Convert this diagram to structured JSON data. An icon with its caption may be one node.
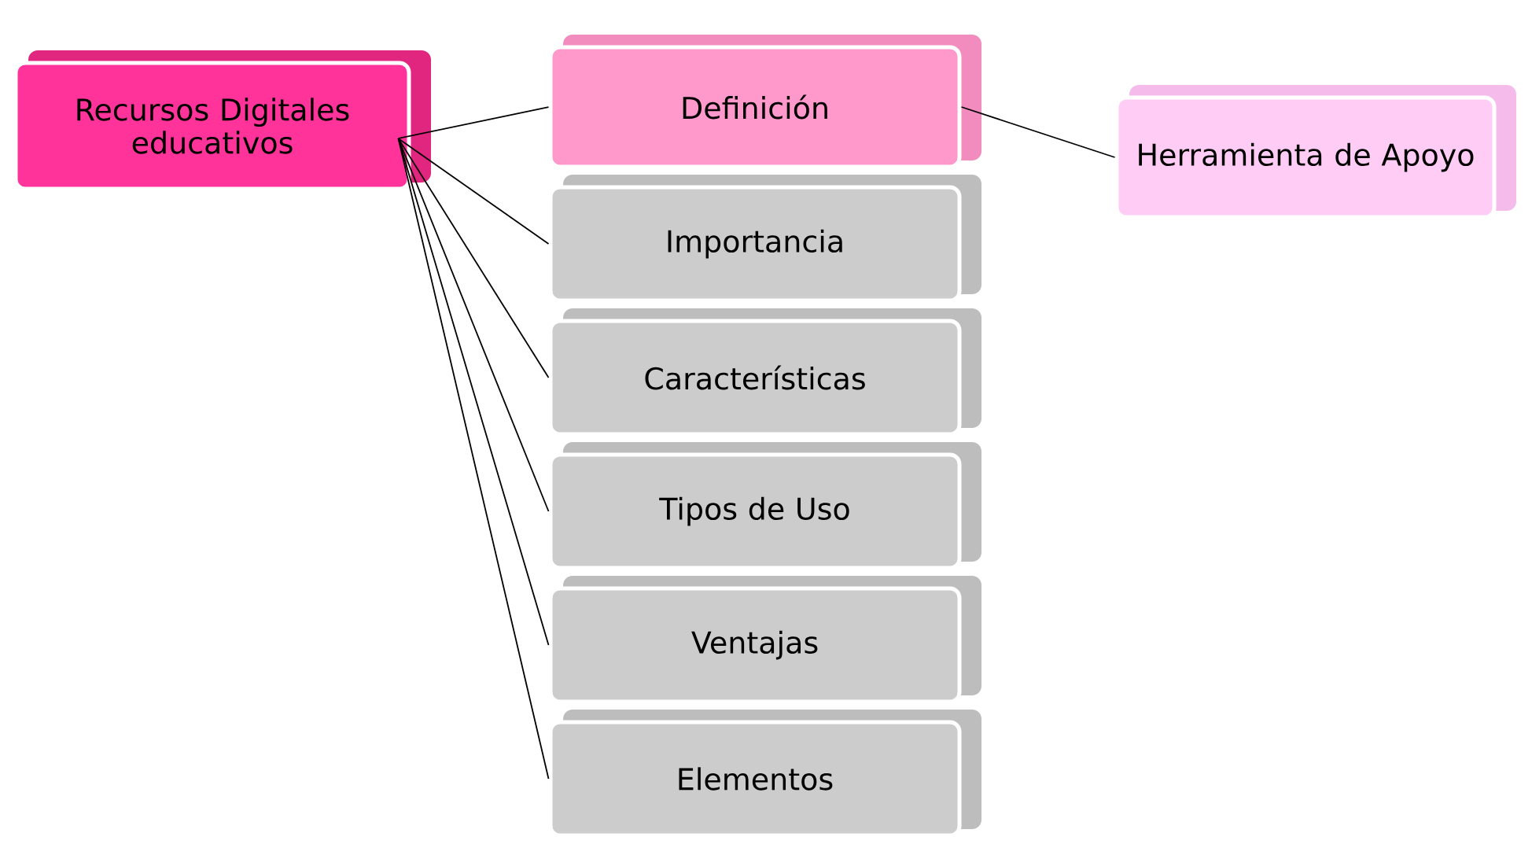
{
  "diagram": {
    "nodes": [
      {
        "text": [
          "Recursos Digitales educativos"
        ]
      },
      {
        "text": [
          "Definición"
        ]
      },
      {
        "text": [
          "Herramienta de Apoyo"
        ]
      },
      {
        "text": [
          "Importancia"
        ]
      },
      {
        "text": [
          "Características"
        ]
      },
      {
        "text": [
          "Tipos de Uso"
        ]
      },
      {
        "text": [
          "Ventajas"
        ]
      },
      {
        "text": [
          "Elementos"
        ]
      }
    ],
    "edges": [
      {
        "from": 0,
        "to": 1,
        "arrow": "none"
      },
      {
        "from": 1,
        "to": 2,
        "arrow": "none"
      },
      {
        "from": 0,
        "to": 3,
        "arrow": "none"
      },
      {
        "from": 0,
        "to": 4,
        "arrow": "none"
      },
      {
        "from": 0,
        "to": 5,
        "arrow": "none"
      },
      {
        "from": 0,
        "to": 6,
        "arrow": "none"
      },
      {
        "from": 0,
        "to": 7,
        "arrow": "none"
      }
    ]
  }
}
